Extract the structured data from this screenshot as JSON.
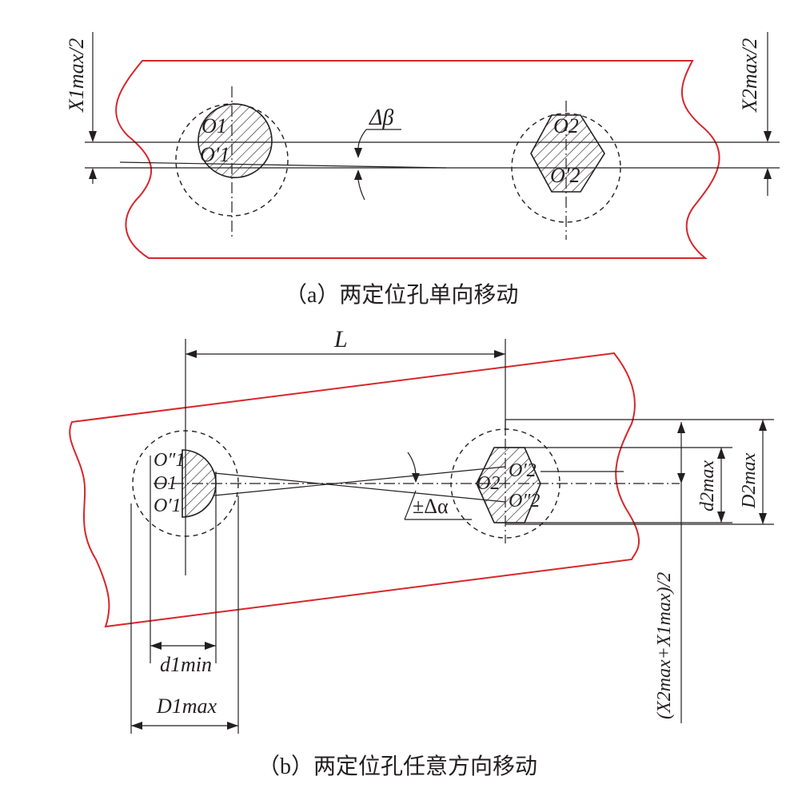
{
  "panel_a": {
    "caption": "（a）两定位孔单向移动",
    "left_dim_label": "X1max/2",
    "right_dim_label": "X2max/2",
    "angle_label": "Δβ",
    "hole1_labels": [
      "O1",
      "O′1"
    ],
    "hole2_labels": [
      "O2",
      "O′2"
    ]
  },
  "panel_b": {
    "caption": "（b）两定位孔任意方向移动",
    "distance_label": "L",
    "angle_label": "±Δα",
    "hole1_labels": [
      "O″1",
      "O1",
      "O′1"
    ],
    "hole2_labels": [
      "O2",
      "O′2",
      "O″2"
    ],
    "dim_d1": "d1min",
    "dim_D1": "D1max",
    "dim_d2": "d2max",
    "dim_D2": "D2max",
    "dim_combined": "(X2max+X1max)/2"
  },
  "colors": {
    "outline": "#d7262b",
    "ink": "#231f20"
  }
}
